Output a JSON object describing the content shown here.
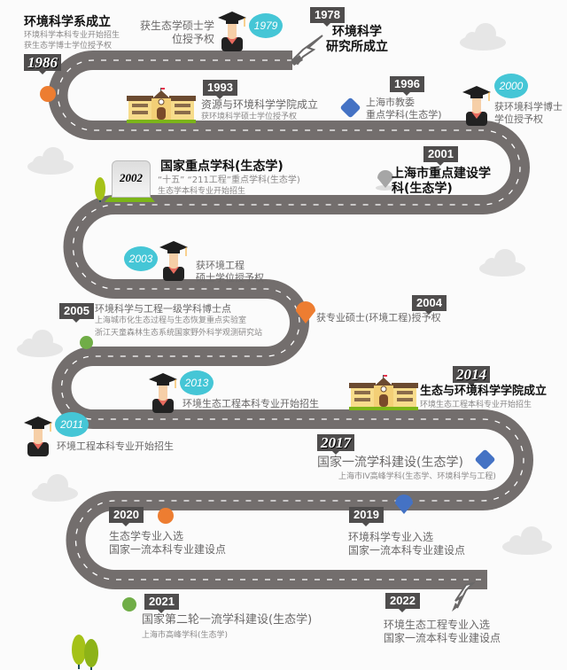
{
  "colors": {
    "road": "#736e6d",
    "badge": "#4f4d4d",
    "bubble": "#45c6d6",
    "orange": "#ed7d31",
    "blue": "#4472c4",
    "green": "#70ad47",
    "grey_pin": "#a6a6a6"
  },
  "events": [
    {
      "year": "1986",
      "title": "环境科学系成立",
      "lines": [
        "环境科学本科专业开始招生",
        "获生态学博士学位授予权"
      ],
      "marker": "orange-dot"
    },
    {
      "year": "1979",
      "lines": [
        "获生态学硕士学",
        "位授予权"
      ],
      "marker": "graduate"
    },
    {
      "year": "1978",
      "lines": [
        "环境科学",
        "研究所成立"
      ],
      "marker": "pointing-hand"
    },
    {
      "year": "1993",
      "title": "资源与环境科学学院成立",
      "lines": [
        "获环境科学硕士学位授予权"
      ],
      "marker": "school-building"
    },
    {
      "year": "1996",
      "lines": [
        "上海市教委",
        "重点学科(生态学)"
      ],
      "marker": "blue-diamond"
    },
    {
      "year": "2000",
      "lines": [
        "获环境科学博士",
        "学位授予权"
      ],
      "marker": "graduate"
    },
    {
      "year": "2001",
      "lines": [
        "上海市重点建设学",
        "科(生态学)"
      ],
      "marker": "grey-pin"
    },
    {
      "year": "2002",
      "title": "国家重点学科(生态学)",
      "lines": [
        "“十五” “211工程”重点学科(生态学)",
        "生态学本科专业开始招生"
      ],
      "marker": "tombstone"
    },
    {
      "year": "2003",
      "lines": [
        "获环境工程",
        "硕士学位授予权"
      ],
      "marker": "graduate"
    },
    {
      "year": "2004",
      "lines": [
        "获专业硕士(环境工程)授予权"
      ],
      "marker": "orange-pin"
    },
    {
      "year": "2005",
      "title": "环境科学与工程一级学科博士点",
      "lines": [
        "上海城市化生态过程与生态恢复重点实验室",
        "浙江天童森林生态系统国家野外科学观测研究站"
      ],
      "marker": "green-dot"
    },
    {
      "year": "2013",
      "lines": [
        "环境生态工程本科专业开始招生"
      ],
      "marker": "graduate"
    },
    {
      "year": "2011",
      "lines": [
        "环境工程本科专业开始招生"
      ],
      "marker": "graduate"
    },
    {
      "year": "2014",
      "title": "生态与环境科学学院成立",
      "lines": [
        "环境生态工程本科专业开始招生"
      ],
      "marker": "school-building"
    },
    {
      "year": "2017",
      "title": "国家一流学科建设(生态学)",
      "lines": [
        "上海市IV高峰学科(生态学、环境科学与工程)"
      ],
      "marker": "blue-diamond"
    },
    {
      "year": "2020",
      "lines": [
        "生态学专业入选",
        "国家一流本科专业建设点"
      ],
      "marker": "orange-dot"
    },
    {
      "year": "2019",
      "lines": [
        "环境科学专业入选",
        "国家一流本科专业建设点"
      ],
      "marker": "blue-pin"
    },
    {
      "year": "2021",
      "title": "国家第二轮一流学科建设(生态学)",
      "lines": [
        "上海市高峰学科(生态学)"
      ],
      "marker": "green-dot"
    },
    {
      "year": "2022",
      "lines": [
        "环境生态工程专业入选",
        "国家一流本科专业建设点"
      ],
      "marker": "pointing-hand"
    }
  ]
}
